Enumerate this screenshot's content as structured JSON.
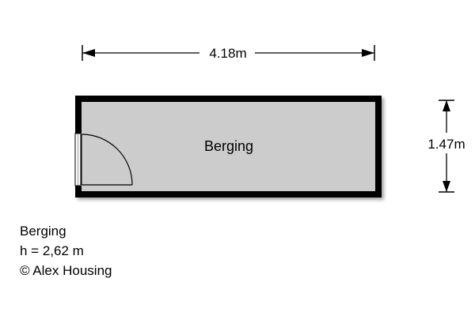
{
  "room": {
    "label": "Berging",
    "floor_color": "#cccccc",
    "wall_color": "#000000"
  },
  "dimensions": {
    "width": "4.18m",
    "depth": "1.47m"
  },
  "legend": {
    "room_name": "Berging",
    "height": "h = 2,62 m",
    "copyright": "© Alex Housing"
  }
}
